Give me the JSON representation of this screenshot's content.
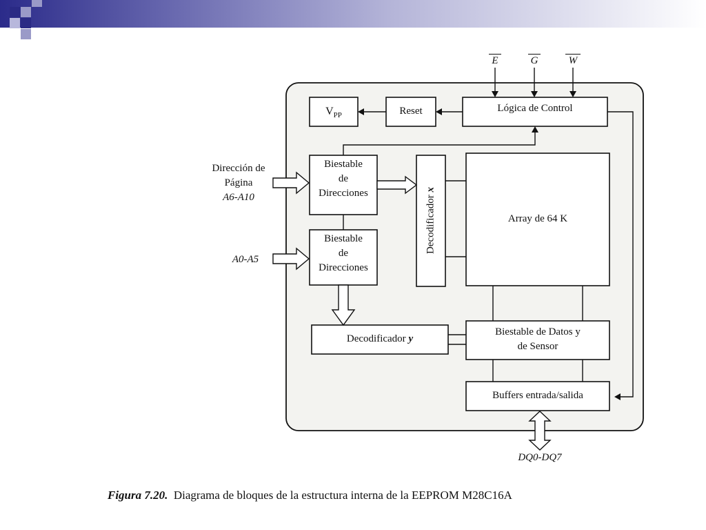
{
  "diagram": {
    "signals": {
      "e": "E",
      "g": "G",
      "w": "W"
    },
    "blocks": {
      "vpp_main": "V",
      "vpp_sub": "PP",
      "reset": "Reset",
      "control": "Lógica de Control",
      "latch_page": [
        "Biestable",
        "de",
        "Direcciones"
      ],
      "latch_low": [
        "Biestable",
        "de",
        "Direcciones"
      ],
      "decoder_x_text": "Decodificador",
      "decoder_x_var": "x",
      "array": "Array de 64 K",
      "decoder_y_text": "Decodificador",
      "decoder_y_var": "y",
      "data_latch": [
        "Biestable de Datos y",
        "de Sensor"
      ],
      "buffers": "Buffers entrada/salida"
    },
    "inputs": {
      "page_address": [
        "Dirección de",
        "Página"
      ],
      "page_range": "A6-A10",
      "low_range": "A0-A5",
      "data_bus": "DQ0-DQ7"
    }
  },
  "caption": {
    "figure_label": "Figura 7.20.",
    "text": "Diagrama de bloques de la estructura interna de la EEPROM M28C16A"
  },
  "colors": {
    "accent_dark": "#2a2a85",
    "accent_light": "#9a9ac8",
    "diagram_bg": "#f3f3f0"
  }
}
